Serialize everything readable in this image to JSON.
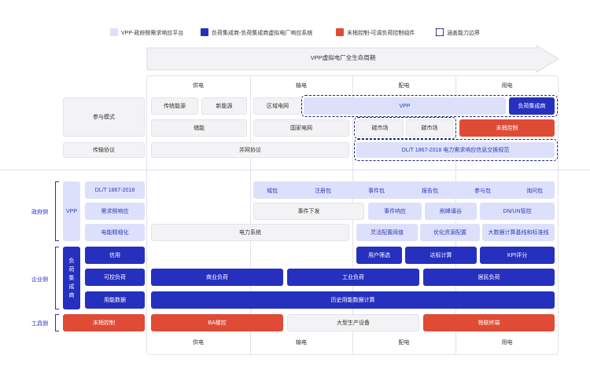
{
  "legend": [
    {
      "label": "VPP-政府侧需求响应平台",
      "color": "#dde0fb"
    },
    {
      "label": "负荷集成商-负荷集成商虚拟电厂响应系统",
      "color": "#2630bf"
    },
    {
      "label": "末梢控制-可调负荷控制组件",
      "color": "#e04b36"
    },
    {
      "label": "涵盖能力边界",
      "color": "dashed"
    }
  ],
  "lifecycle": "VPP虚拟电厂全生命周期",
  "columns": [
    "供电",
    "输电",
    "配电",
    "用电"
  ],
  "rows": {
    "mode": "参与模式",
    "protocol": "传输协议"
  },
  "top": {
    "traditional": "传统能源",
    "new_energy": "新能源",
    "regional_grid": "区域电网",
    "vpp": "VPP",
    "load_integrator": "负荷集成商",
    "storage": "储能",
    "national_grid": "国家电网",
    "carbon_market1": "碳市场",
    "carbon_market2": "碳市场",
    "end_control": "末梢控制",
    "grid_protocol": "并网协议",
    "dlt_standard": "DL/T 1867-2018 电力需求响应信息交换规范"
  },
  "gov": {
    "side": "政府侧",
    "vpp": "VPP",
    "dlt": "DL/T 1867-2018",
    "demand_response": "需求侧响应",
    "refine": "电能精细化",
    "packs": [
      "域包",
      "注册包",
      "事件包",
      "报告包",
      "参与包",
      "询问包"
    ],
    "event_dispatch": "事件下发",
    "event_response": "事件响应",
    "peak_shaving": "削峰填谷",
    "dn_un": "DN/UN管控",
    "power_system": "电力系统",
    "flex_threshold": "灵活配置阈值",
    "resource_opt": "优化资源配置",
    "big_data": "大数据计算基线和标准线"
  },
  "ent": {
    "side": "企业侧",
    "integrator_chars": [
      "负",
      "荷",
      "集",
      "成",
      "商"
    ],
    "credit": "信用",
    "controllable": "可控负荷",
    "usage_data": "用能数据",
    "user_screen": "用户筛选",
    "standard_calc": "达标计算",
    "kpi": "KPI评分",
    "commercial": "商业负荷",
    "industrial": "工业负荷",
    "residential": "居民负荷",
    "history": "历史用能数据计算"
  },
  "tool": {
    "side": "工具侧",
    "end_control": "末梢控制",
    "ba_control": "BA楼控",
    "production": "大型生产设备",
    "iot": "物联终端"
  }
}
